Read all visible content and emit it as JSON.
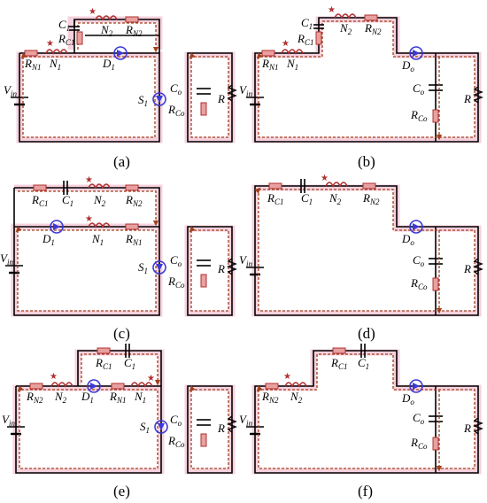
{
  "panels": [
    {
      "caption": "(a)"
    },
    {
      "caption": "(b)"
    },
    {
      "caption": "(c)"
    },
    {
      "caption": "(d)"
    },
    {
      "caption": "(e)"
    },
    {
      "caption": "(f)"
    }
  ],
  "labels": {
    "vin": "V",
    "vin_sub": "in",
    "s1": "S",
    "s1_sub": "1",
    "co": "C",
    "co_sub": "o",
    "rco": "R",
    "rco_sub": "Co",
    "r": "R",
    "c1": "C",
    "c1_sub": "1",
    "rc1": "R",
    "rc1_sub": "C1",
    "n1": "N",
    "n1_sub": "1",
    "n2": "N",
    "n2_sub": "2",
    "rn1": "R",
    "rn1_sub": "N1",
    "rn2": "R",
    "rn2_sub": "N2",
    "d1": "D",
    "d1_sub": "1",
    "do": "D",
    "do_sub": "o"
  },
  "colors": {
    "wire": "#000000",
    "current_path": "#a0401a",
    "highlight": "#f4c6d6",
    "resistor_fill": "#e8a0a0",
    "resistor_edge": "#b03030",
    "inductor": "#b03030",
    "active_device": "#3a3ad8"
  }
}
